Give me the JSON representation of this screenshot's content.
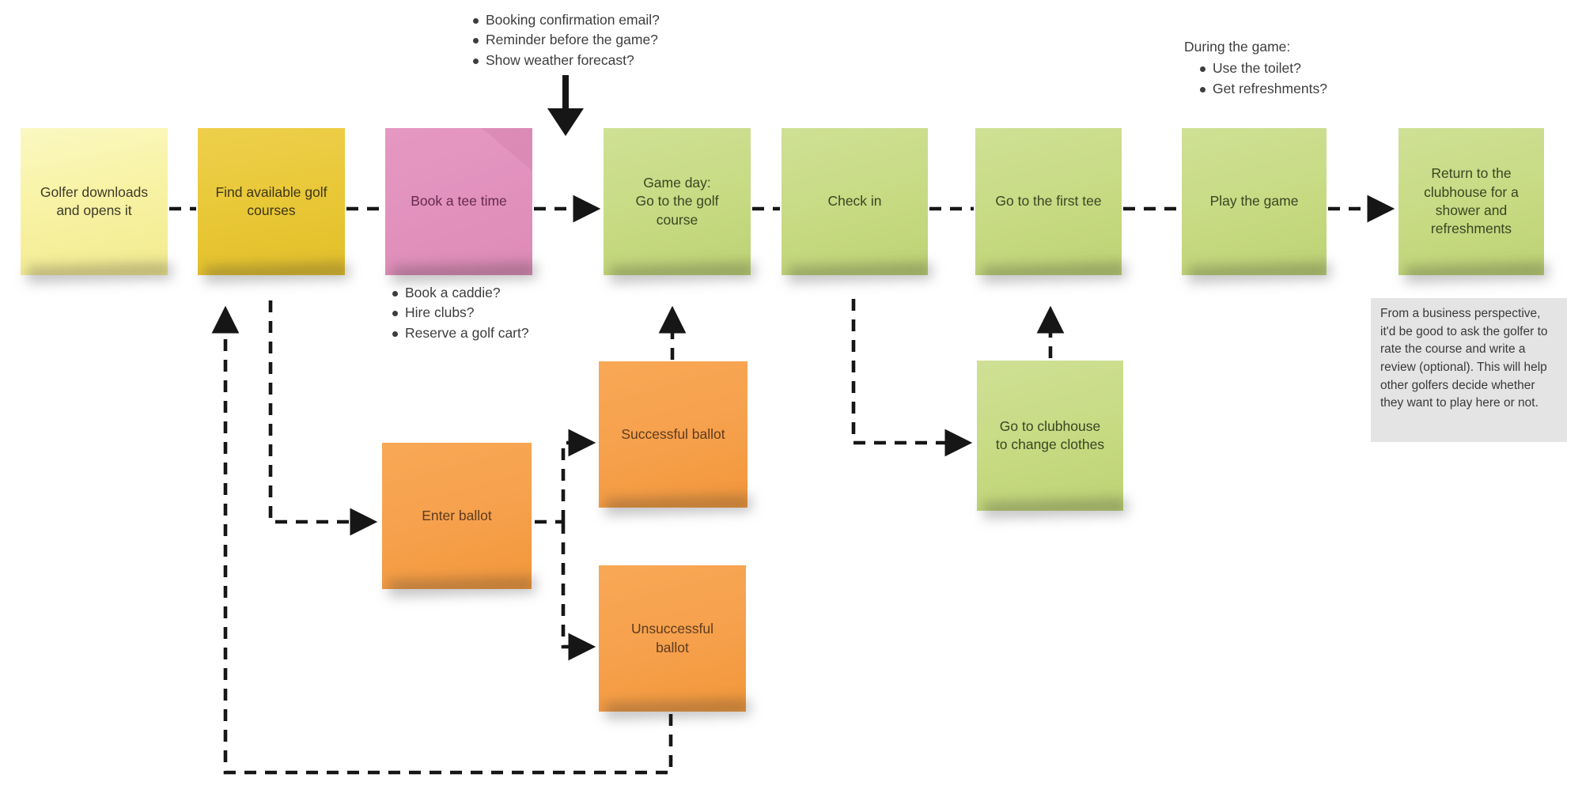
{
  "board": {
    "background": "#ffffff",
    "line_color": "#161616"
  },
  "annotations": {
    "pre_game_questions": {
      "items": [
        "Booking confirmation email?",
        "Reminder before the game?",
        "Show weather forecast?"
      ]
    },
    "tee_time_questions": {
      "items": [
        "Book a caddie?",
        "Hire clubs?",
        "Reserve a golf cart?"
      ]
    },
    "during_game": {
      "title": "During the game:",
      "items": [
        "Use the toilet?",
        "Get refreshments?"
      ]
    },
    "business_note": {
      "text": "From a business perspective, it'd be good to ask the golfer to rate the course and write a review (optional). This will help other golfers decide whether they want to play here or not.",
      "bg": "#e4e4e4"
    }
  },
  "note_colors": {
    "pale_yellow": "#f8f3a6",
    "gold": "#e9c838",
    "pink": "#e190bc",
    "green": "#c7da82",
    "orange": "#f6a04c"
  },
  "notes": [
    {
      "label": "Golfer downloads\nand opens it",
      "color": "pale_yellow"
    },
    {
      "label": "Find available golf\ncourses",
      "color": "gold"
    },
    {
      "label": "Book a tee time",
      "color": "pink"
    },
    {
      "label": "Game day:\nGo to the golf\ncourse",
      "color": "green"
    },
    {
      "label": "Check in",
      "color": "green"
    },
    {
      "label": "Go to the first tee",
      "color": "green"
    },
    {
      "label": "Play the game",
      "color": "green"
    },
    {
      "label": "Return to the\nclubhouse for a\nshower and\nrefreshments",
      "color": "green"
    },
    {
      "label": "Enter ballot",
      "color": "orange"
    },
    {
      "label": "Successful ballot",
      "color": "orange"
    },
    {
      "label": "Unsuccessful\nballot",
      "color": "orange"
    },
    {
      "label": "Go to clubhouse\nto change clothes",
      "color": "green"
    }
  ]
}
